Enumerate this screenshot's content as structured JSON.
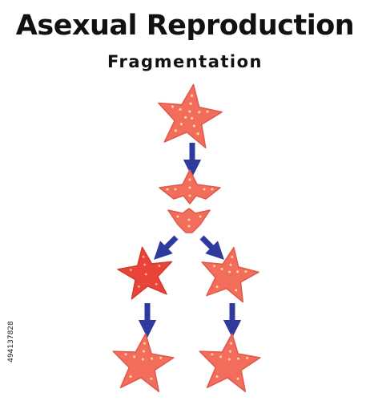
{
  "header": {
    "title": "Asexual Reproduction",
    "subtitle": "Fragmentation"
  },
  "side_label": "494137828",
  "colors": {
    "star_fill": "#f26d5b",
    "star_shade": "#d94b3d",
    "star_dark": "#e23a2a",
    "star_dot": "#ffd79a",
    "arrow": "#2e3a9e",
    "text": "#111111",
    "background": "#ffffff"
  },
  "icons": [
    "starfish-icon",
    "starfish-fragment-icon",
    "arrow-down-icon",
    "arrow-diagonal-icon"
  ]
}
